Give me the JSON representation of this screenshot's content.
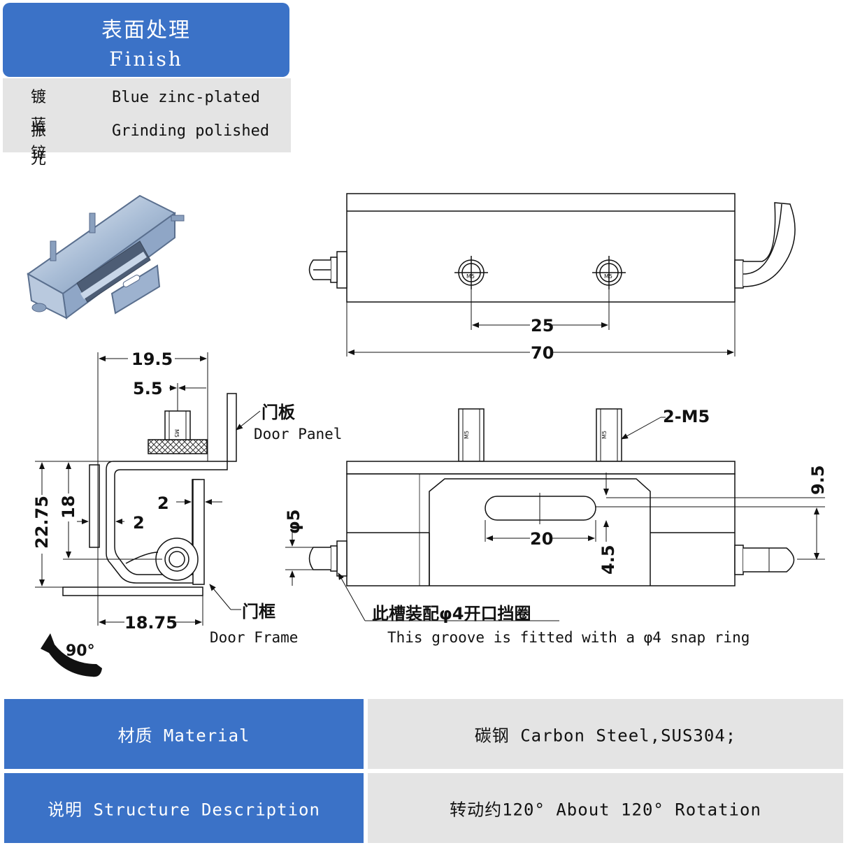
{
  "finish": {
    "title_cn": "表面处理",
    "title_en": "Finish",
    "rows": [
      {
        "cn": "镀蓝锌",
        "en": "Blue zinc-plated"
      },
      {
        "cn": "振光",
        "en": "Grinding polished"
      }
    ]
  },
  "drawing": {
    "dims": {
      "d25": "25",
      "d70": "70",
      "d19_5": "19.5",
      "d5_5": "5.5",
      "d22_75": "22.75",
      "d18": "18",
      "d2a": "2",
      "d2b": "2",
      "d18_75": "18.75",
      "d20": "20",
      "d4_5": "4.5",
      "d9_5": "9.5",
      "phi5": "φ5",
      "m5": "2-M5",
      "thread_a": "M5",
      "thread_b": "M5",
      "thread_c": "M5",
      "thread_d": "M5",
      "thread_e": "M5"
    },
    "door_panel_cn": "门板",
    "door_panel_en": "Door Panel",
    "door_frame_cn": "门框",
    "door_frame_en": "Door Frame",
    "groove_cn": "此槽装配φ4开口挡圈",
    "groove_en": "This groove is fitted with a  φ4 snap ring",
    "rotation_angle": "90°"
  },
  "specs": [
    {
      "label": "材质  Material",
      "value": "碳钢    Carbon Steel,SUS304;"
    },
    {
      "label": "说明 Structure Description",
      "value": "转动约120°    About 120°  Rotation"
    }
  ],
  "colors": {
    "header_blue": "#3b72c7",
    "cell_gray": "#e4e4e4",
    "arrow_blue": "#1f4e8c"
  }
}
